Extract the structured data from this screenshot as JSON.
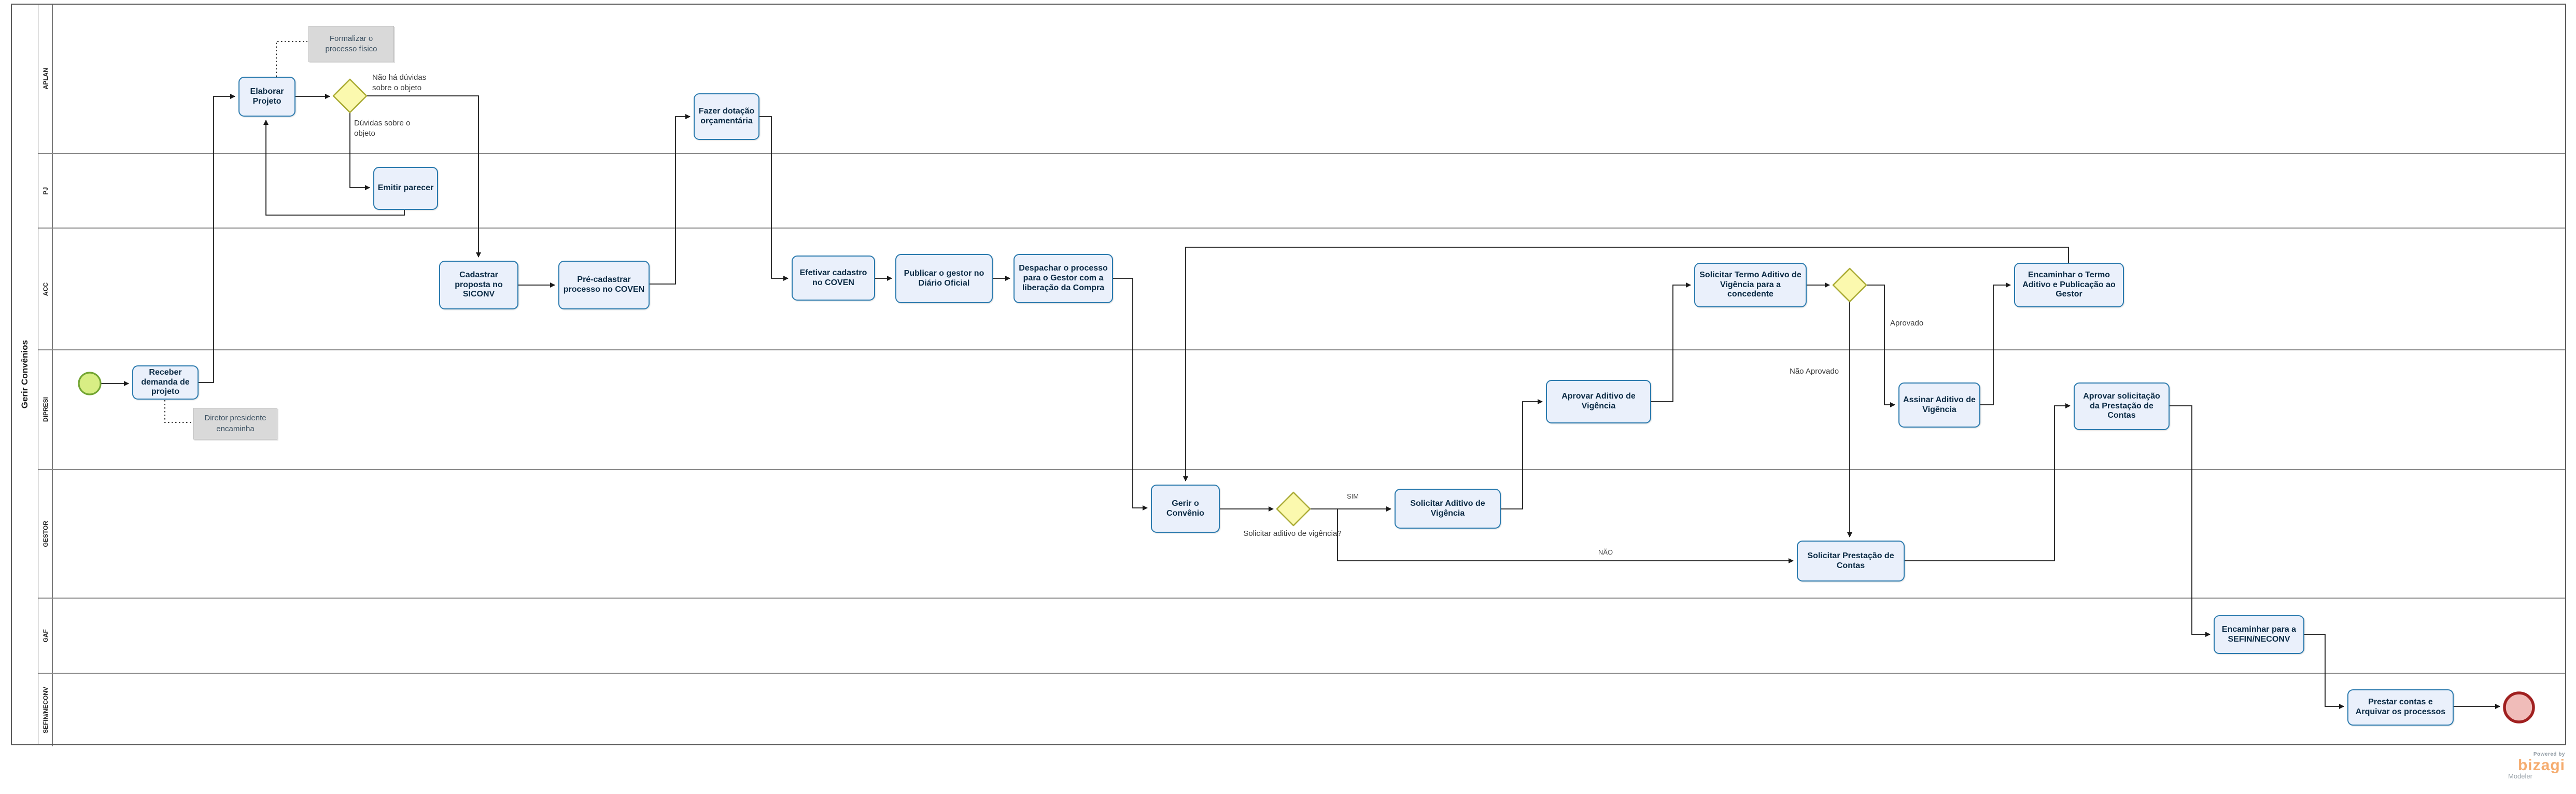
{
  "pool": {
    "label": "Gerir Convênios"
  },
  "lanes": [
    {
      "label": "APLAN"
    },
    {
      "label": "PJ"
    },
    {
      "label": "ACC"
    },
    {
      "label": "DIPRESI"
    },
    {
      "label": "GESTOR"
    },
    {
      "label": "GAF"
    },
    {
      "label": "SEFIN/NECONV"
    }
  ],
  "tasks": [
    {
      "label": "Receber demanda de projeto",
      "lane": "DIPRESI"
    },
    {
      "label": "Elaborar Projeto",
      "lane": "APLAN"
    },
    {
      "label": "Emitir parecer",
      "lane": "PJ"
    },
    {
      "label": "Cadastrar proposta no SICONV",
      "lane": "ACC"
    },
    {
      "label": "Pré-cadastrar processo no COVEN",
      "lane": "ACC"
    },
    {
      "label": "Fazer dotação orçamentária",
      "lane": "APLAN"
    },
    {
      "label": "Efetivar cadastro no COVEN",
      "lane": "ACC"
    },
    {
      "label": "Publicar o gestor no Diário Oficial",
      "lane": "ACC"
    },
    {
      "label": "Despachar o processo para o Gestor com a liberação da Compra",
      "lane": "ACC"
    },
    {
      "label": "Gerir o Convênio",
      "lane": "GESTOR"
    },
    {
      "label": "Solicitar Aditivo de Vigência",
      "lane": "GESTOR"
    },
    {
      "label": "Aprovar Aditivo de Vigência",
      "lane": "DIPRESI"
    },
    {
      "label": "Solicitar Termo Aditivo de Vigência para a concedente",
      "lane": "ACC"
    },
    {
      "label": "Assinar Aditivo de Vigência",
      "lane": "DIPRESI"
    },
    {
      "label": "Encaminhar o Termo Aditivo e Publicação ao Gestor",
      "lane": "ACC"
    },
    {
      "label": "Solicitar Prestação de Contas",
      "lane": "GESTOR"
    },
    {
      "label": "Aprovar solicitação da Prestação de Contas",
      "lane": "DIPRESI"
    },
    {
      "label": "Encaminhar para a SEFIN/NECONV",
      "lane": "GAF"
    },
    {
      "label": "Prestar contas e Arquivar os processos",
      "lane": "SEFIN/NECONV"
    }
  ],
  "annotations": [
    {
      "label": "Formalizar o processo físico"
    },
    {
      "label": "Diretor presidente encaminha"
    }
  ],
  "edge_labels": {
    "no_doubts": "Não há dúvidas sobre o objeto",
    "doubts": "Dúvidas sobre o objeto",
    "aditivo_question": "Solicitar aditivo de vigência?",
    "sim": "SIM",
    "nao": "NÃO",
    "aprovado": "Aprovado",
    "nao_aprovado": "Não Aprovado"
  },
  "events": {
    "start": "start-event",
    "end": "end-event"
  },
  "branding": {
    "powered_by": "Powered by",
    "name": "bizagi",
    "product": "Modeler"
  },
  "colors": {
    "task_fill": "#EAF0FB",
    "task_border": "#2A7AAE",
    "gateway_fill": "#FBF9AE",
    "gateway_border": "#A9AA33",
    "start_fill": "#D8EE84",
    "start_border": "#73A533",
    "end_fill": "#F0BCB9",
    "end_border": "#A02020",
    "annotation_fill": "#D9D9D9",
    "brand_orange": "#F5AC6F"
  }
}
